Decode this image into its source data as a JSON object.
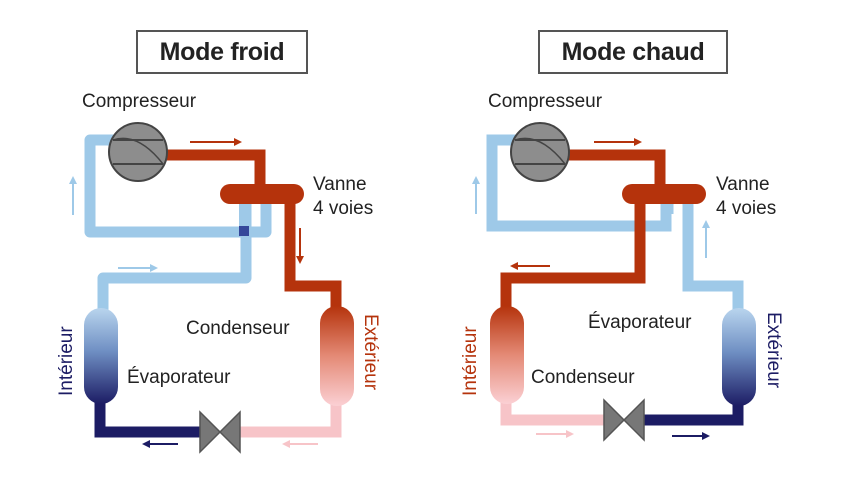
{
  "panels": {
    "cold": {
      "title": "Mode froid",
      "compressor": "Compresseur",
      "valve_line1": "Vanne",
      "valve_line2": "4 voies",
      "upper_coil": "Condenseur",
      "lower_coil": "Évaporateur",
      "left_side": "Intérieur",
      "right_side": "Extérieur"
    },
    "hot": {
      "title": "Mode chaud",
      "compressor": "Compresseur",
      "valve_line1": "Vanne",
      "valve_line2": "4 voies",
      "upper_coil": "Évaporateur",
      "lower_coil": "Condenseur",
      "left_side": "Intérieur",
      "right_side": "Extérieur"
    }
  },
  "colors": {
    "hot_pipe": "#b5330c",
    "cold_pipe": "#9ec9e8",
    "dark_pipe": "#1c1c64",
    "warm_pipe": "#f7c4c8",
    "compressor": "#8d8d8d",
    "valve": "#777777",
    "title_border": "#555555"
  }
}
